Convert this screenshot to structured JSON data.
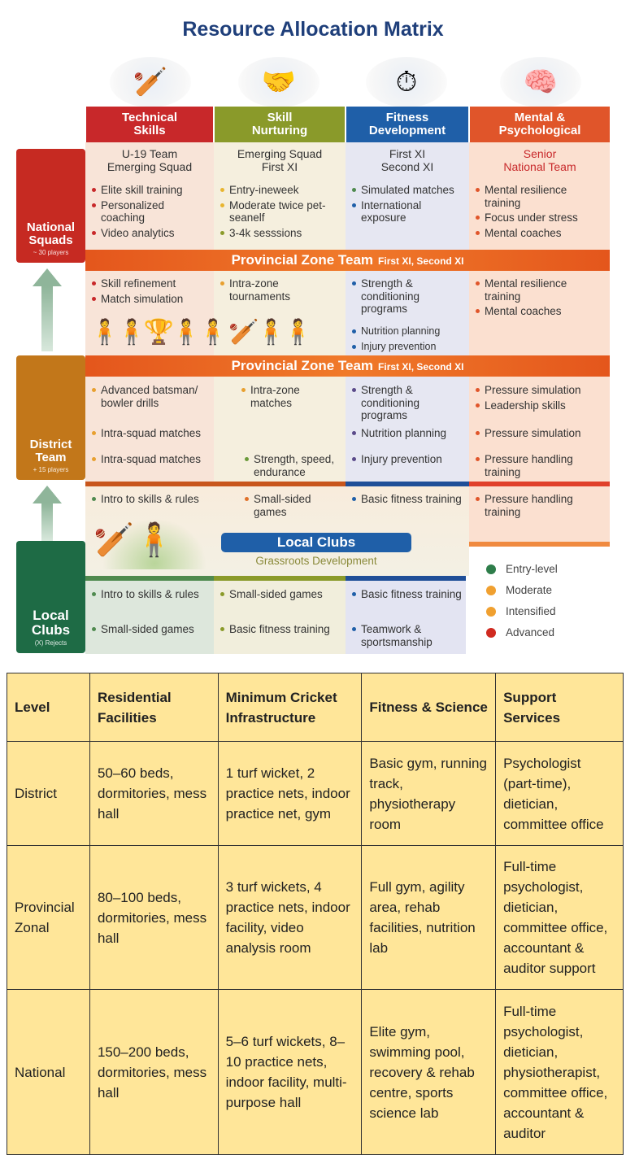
{
  "title": "Resource Allocation Matrix",
  "columns": [
    {
      "label": "Technical\nSkills",
      "color": "#c8282a",
      "icon": "cricket-bat-icon",
      "glyph": "🏏"
    },
    {
      "label": "Skill\nNurturing",
      "color": "#8a9a2a",
      "icon": "coach-icon",
      "glyph": "🤝"
    },
    {
      "label": "Fitness\nDevelopment",
      "color": "#1f5fa8",
      "icon": "stopwatch-dumbbell-icon",
      "glyph": "⏱"
    },
    {
      "label": "Mental &\nPsychological",
      "color": "#e0552a",
      "icon": "brain-icon",
      "glyph": "🧠"
    }
  ],
  "levels": {
    "national": {
      "name": "National\nSquads",
      "sub": "~ 30 players"
    },
    "district": {
      "name": "District\nTeam",
      "sub": "+ 15 players"
    },
    "local": {
      "name": "Local\nClubs",
      "sub": "(X) Rejects"
    }
  },
  "national": {
    "teams": [
      "U-19 Team\nEmerging Squad",
      "Emerging Squad\nFirst XI",
      "First XI\nSecond XI",
      "Senior\nNational Team"
    ],
    "cells": [
      [
        [
          "Elite skill training",
          "#c8282a"
        ],
        [
          "Personalized coaching",
          "#c8282a"
        ],
        [
          "Video analytics",
          "#c8282a"
        ]
      ],
      [
        [
          "Entry-ineweek",
          "#e8b530"
        ],
        [
          "Moderate twice pet-seanelf",
          "#e8b530"
        ],
        [
          "3-4k sesssions",
          "#8a9a2a"
        ]
      ],
      [
        [
          "Simulated matches",
          "#4f8a4f"
        ],
        [
          "International exposure",
          "#1f5fa8"
        ]
      ],
      [
        [
          "Mental resilience training",
          "#e0552a"
        ],
        [
          "Focus under stress",
          "#e0552a"
        ],
        [
          "Mental coaches",
          "#e0552a"
        ]
      ]
    ]
  },
  "provincial_bar_1": {
    "title": "Provincial Zone Team",
    "sub": "First XI, Second XI"
  },
  "provincial": {
    "cells": [
      [
        [
          "Skill refinement",
          "#c8282a"
        ],
        [
          "Match simulation",
          "#c8282a"
        ]
      ],
      [
        [
          "Intra-zone tournaments",
          "#e8a030"
        ]
      ],
      [
        [
          "Strength & conditioning programs",
          "#1f5fa8"
        ]
      ],
      [
        [
          "Mental resilience training",
          "#e0552a"
        ],
        [
          "Mental coaches",
          "#e0552a"
        ]
      ],
      [
        [
          "Nutrition planning",
          "#1f5fa8"
        ],
        [
          "Injury prevention",
          "#1f5fa8"
        ]
      ]
    ]
  },
  "provincial_bar_2": {
    "title": "Provincial Zone Team",
    "sub": "First XI, Second XI"
  },
  "district": {
    "cells": [
      [
        [
          "Advanced batsman/ bowler drills",
          "#e8a030"
        ]
      ],
      [
        [
          "Intra-zone matches",
          "#e8a030"
        ]
      ],
      [
        [
          "Strength & conditioning programs",
          "#5a4a8a"
        ]
      ],
      [
        [
          "Pressure simulation",
          "#e0552a"
        ],
        [
          "Leadership skills",
          "#e0552a"
        ]
      ],
      [
        [
          "Intra-squad matches",
          "#e8a030"
        ]
      ],
      [
        [
          "Nutrition planning",
          "#5a4a8a"
        ]
      ],
      [
        [
          "Pressure simulation",
          "#e0552a"
        ]
      ],
      [
        [
          "Intra-squad matches",
          "#e8a030"
        ]
      ],
      [
        [
          "Strength, speed, endurance",
          "#6a9a3a"
        ]
      ],
      [
        [
          "Injury prevention",
          "#5a4a8a"
        ]
      ],
      [
        [
          "Pressure handling training",
          "#e0552a"
        ]
      ]
    ]
  },
  "transition": {
    "cells": [
      [
        [
          "Intro to skills & rules",
          "#4f8a4f"
        ]
      ],
      [
        [
          "Small-sided games",
          "#e0702a"
        ]
      ],
      [
        [
          "Basic fitness training",
          "#1f5fa8"
        ]
      ],
      [
        [
          "Pressure handling training",
          "#e0552a"
        ]
      ]
    ]
  },
  "local_banner": {
    "title": "Local Clubs",
    "sub": "Grassroots Development"
  },
  "local": {
    "cells": [
      [
        [
          "Intro to skills & rules",
          "#4f8a4f"
        ]
      ],
      [
        [
          "Small-sided games",
          "#8a9a2a"
        ]
      ],
      [
        [
          "Basic fitness training",
          "#1f5fa8"
        ]
      ],
      [
        [
          "Small-sided games",
          "#4f8a4f"
        ]
      ],
      [
        [
          "Basic fitness training",
          "#8a9a2a"
        ]
      ],
      [
        [
          "Teamwork & sportsmanship",
          "#1f5fa8"
        ]
      ]
    ]
  },
  "legend": [
    {
      "label": "Entry-level",
      "color": "#2e7d4a"
    },
    {
      "label": "Moderate",
      "color": "#f0a030"
    },
    {
      "label": "Intensified",
      "color": "#f0a030"
    },
    {
      "label": "Advanced",
      "color": "#d02a20"
    }
  ],
  "table": {
    "headers": [
      "Level",
      "Residential Facilities",
      "Minimum Cricket Infrastructure",
      "Fitness & Science",
      "Support Services"
    ],
    "rows": [
      [
        "District",
        "50–60 beds, dormitories, mess hall",
        "1 turf wicket, 2 practice nets, indoor practice net, gym",
        "Basic gym, running track, physiotherapy room",
        "Psychologist (part-time), dietician, committee office"
      ],
      [
        "Provincial Zonal",
        "80–100 beds, dormitories, mess hall",
        "3 turf wickets, 4 practice nets, indoor facility, video analysis room",
        "Full gym, agility area, rehab facilities, nutrition lab",
        "Full-time psychologist, dietician, committee office, accountant & auditor support"
      ],
      [
        "National",
        "150–200 beds, dormitories, mess hall",
        "5–6 turf wickets, 8–10 practice nets, indoor facility, multi-purpose hall",
        "Elite gym, swimming pool, recovery & rehab centre, sports science lab",
        "Full-time psychologist, dietician, physiotherapist, committee office, accountant & auditor"
      ]
    ]
  }
}
